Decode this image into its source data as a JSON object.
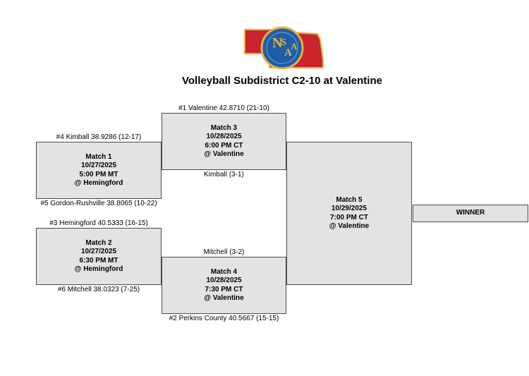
{
  "title": "Volleyball Subdistrict C2-10 at Valentine",
  "logo": {
    "text": "NSAA",
    "colors": {
      "state": "#c9242b",
      "globe": "#1e5fa8",
      "ring": "#e8b33a"
    }
  },
  "matches": {
    "m1": {
      "name": "Match 1",
      "date": "10/27/2025",
      "time": "5:00 PM MT",
      "venue": "@ Hemingford"
    },
    "m2": {
      "name": "Match 2",
      "date": "10/27/2025",
      "time": "6:30 PM MT",
      "venue": "@ Hemingford"
    },
    "m3": {
      "name": "Match 3",
      "date": "10/28/2025",
      "time": "6:00 PM CT",
      "venue": "@ Valentine"
    },
    "m4": {
      "name": "Match 4",
      "date": "10/28/2025",
      "time": "7:30 PM CT",
      "venue": "@ Valentine"
    },
    "m5": {
      "name": "Match 5",
      "date": "10/29/2025",
      "time": "7:00 PM CT",
      "venue": "@ Valentine"
    }
  },
  "teams": {
    "seed1": "#1 Valentine 42.8710 (21-10)",
    "seed4": "#4 Kimball 38.9286 (12-17)",
    "seed5": "#5 Gordon-Rushville 38.8065 (10-22)",
    "seed3": "#3 Hemingford 40.5333 (16-15)",
    "seed6": "#6 Mitchell 38.0323 (7-25)",
    "seed2": "#2 Perkins County 40.5667 (15-15)",
    "m1_winner": "Kimball (3-1)",
    "m2_winner": "Mitchell (3-2)"
  },
  "winner_label": "WINNER"
}
